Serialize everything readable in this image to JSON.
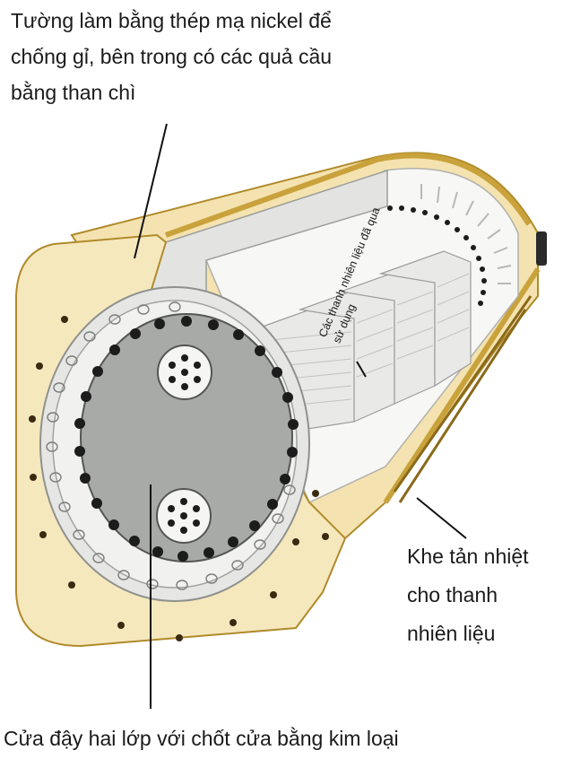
{
  "labels": {
    "wall": [
      "Tường làm bằng thép mạ nickel để",
      "chống gỉ, bên trong có các quả cầu",
      "bằng than chì"
    ],
    "spent_rods": [
      "Các thanh nhiên liệu đã qua",
      "sử dụng"
    ],
    "heat_slot": [
      "Khe tản nhiệt",
      "cho thanh",
      "nhiên liệu"
    ],
    "door": "Cửa đậy hai lớp với chốt cửa bằng kim loại"
  },
  "colors": {
    "shell": "#f4e3b0",
    "shell_dark": "#c9a23c",
    "steel": "#d4d6d3",
    "inner_door": "#a5a8a5",
    "hole": "#1c1c1c"
  }
}
